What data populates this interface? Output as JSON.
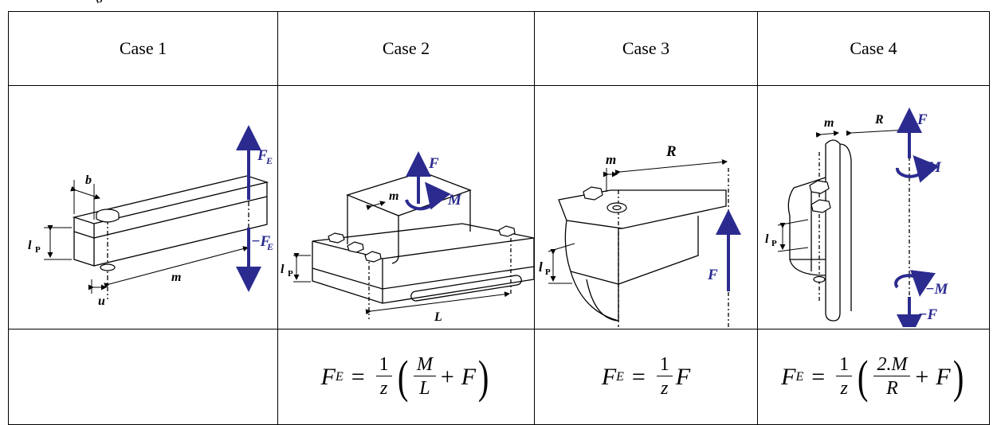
{
  "cut_title": "g",
  "headers": [
    "Case 1",
    "Case 2",
    "Case 3",
    "Case 4"
  ],
  "case1": {
    "labels": {
      "b": "b",
      "lp": "l",
      "lp_sub": "P",
      "m": "m",
      "u": "u",
      "fe": "F",
      "fe_sub": "E",
      "neg_fe": "−F",
      "neg_fe_sub": "E"
    }
  },
  "case2": {
    "labels": {
      "f": "F",
      "m_moment": "M",
      "m": "m",
      "lp": "l",
      "lp_sub": "P",
      "L": "L"
    }
  },
  "case3": {
    "labels": {
      "m": "m",
      "R": "R",
      "lp": "l",
      "lp_sub": "P",
      "f": "F"
    }
  },
  "case4": {
    "labels": {
      "m": "m",
      "R": "R",
      "f": "F",
      "m_moment": "M",
      "lp": "l",
      "lp_sub": "P",
      "neg_m": "−M",
      "neg_f": "−F"
    }
  },
  "formulas": {
    "case2": {
      "lhs": "F",
      "lhs_sub": "E",
      "eq": "=",
      "frac_num": "1",
      "frac_den": "z",
      "inner_num": "M",
      "inner_den": "L",
      "plus": "+ F"
    },
    "case3": {
      "lhs": "F",
      "lhs_sub": "E",
      "eq": "=",
      "frac_num": "1",
      "frac_den": "z",
      "tail": "F"
    },
    "case4": {
      "lhs": "F",
      "lhs_sub": "E",
      "eq": "=",
      "frac_num": "1",
      "frac_den": "z",
      "inner_num": "2.M",
      "inner_den": "R",
      "plus": "+ F"
    }
  },
  "colors": {
    "arrow": "#2b2b8f",
    "line": "#000000"
  }
}
